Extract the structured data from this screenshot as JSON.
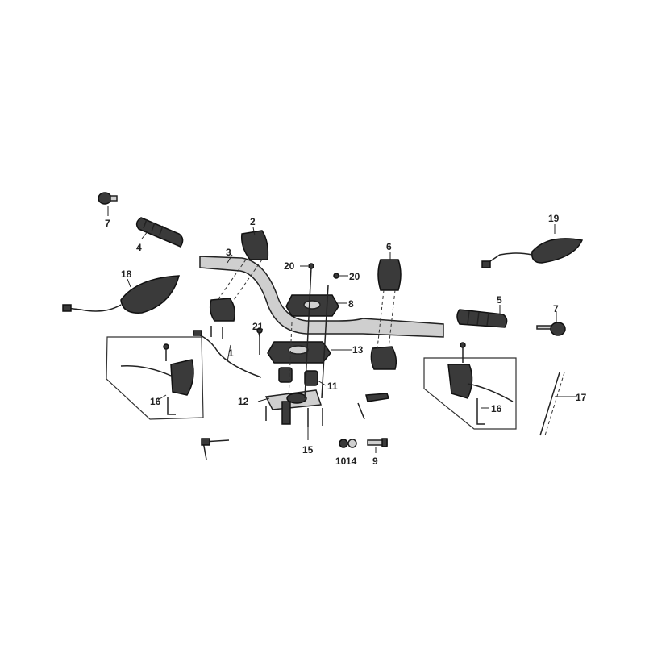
{
  "callouts": {
    "c1": "1",
    "c2": "2",
    "c3": "3",
    "c4": "4",
    "c5": "5",
    "c6": "6",
    "c7a": "7",
    "c7b": "7",
    "c8": "8",
    "c9": "9",
    "c10": "10",
    "c11": "11",
    "c12": "12",
    "c13": "13",
    "c14": "14",
    "c15": "15",
    "c16a": "16",
    "c16b": "16",
    "c17": "17",
    "c18": "18",
    "c19": "19",
    "c20a": "20",
    "c20b": "20",
    "c21": "21"
  }
}
